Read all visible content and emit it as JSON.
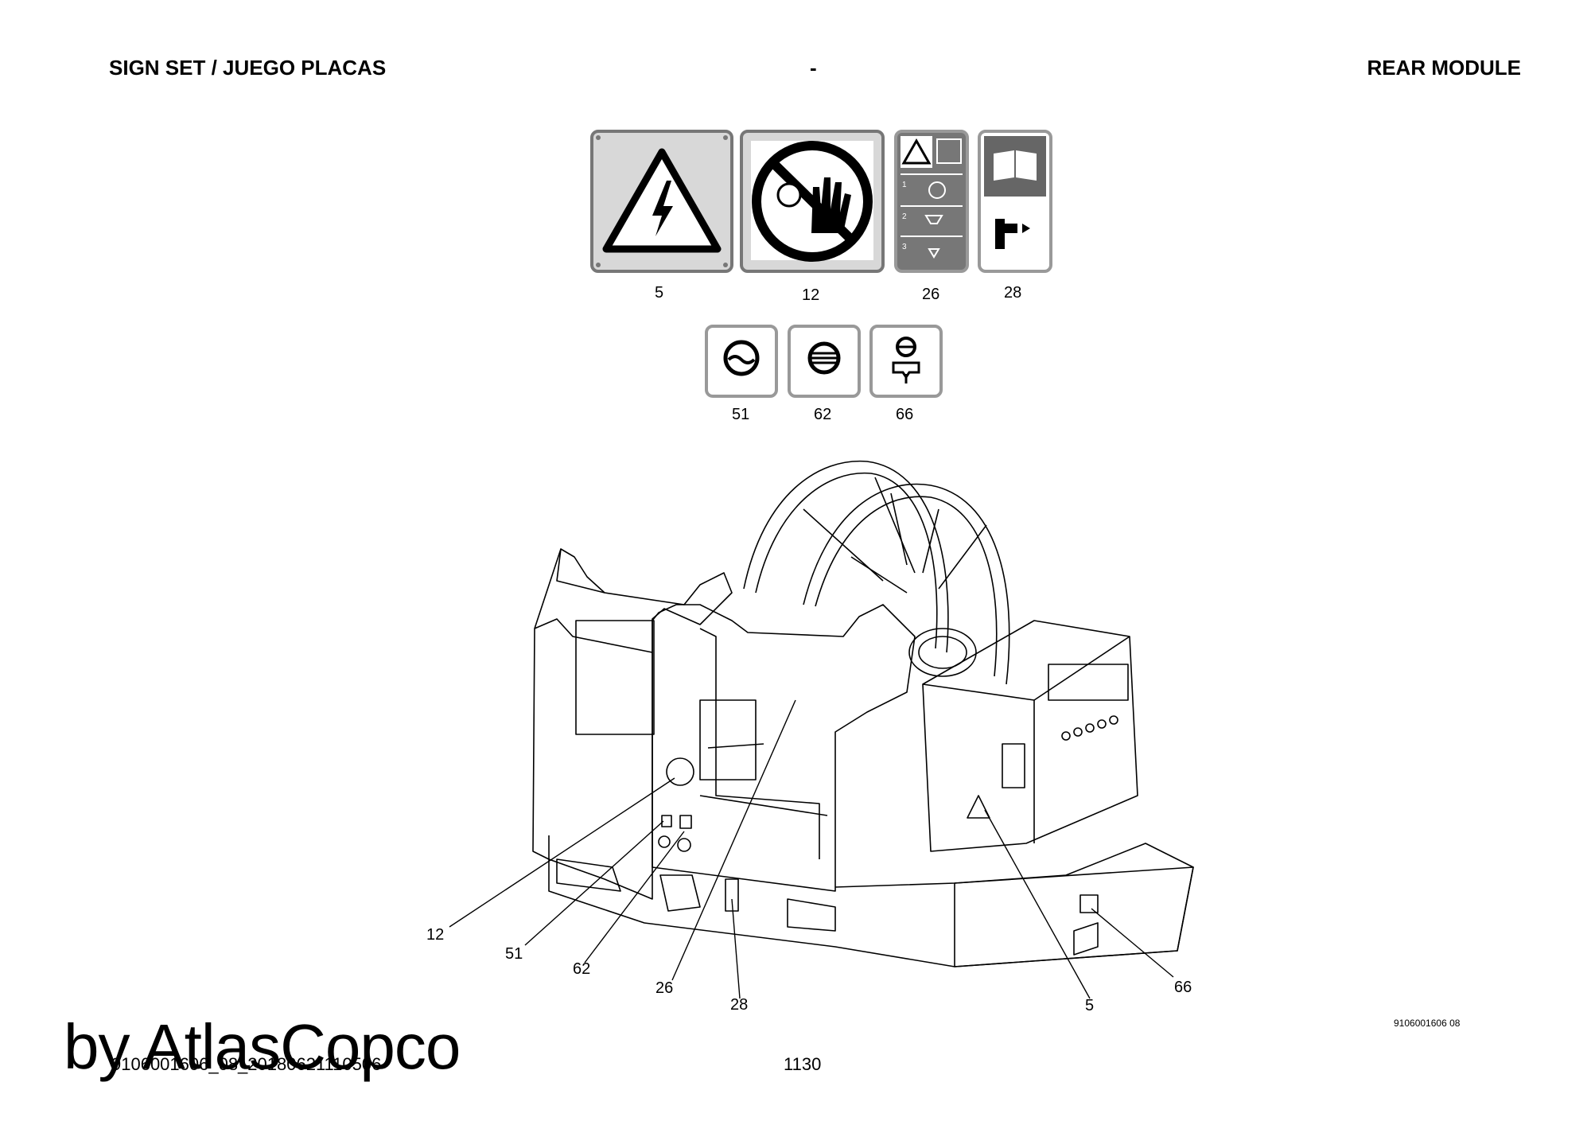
{
  "header": {
    "left": "SIGN SET / JUEGO PLACAS",
    "middle": "-",
    "right": "REAR MODULE"
  },
  "signs": [
    {
      "label": "5",
      "icon": "electrical-hazard-icon"
    },
    {
      "label": "12",
      "icon": "no-hand-entry-icon"
    },
    {
      "label": "26",
      "icon": "stop-procedure-icon"
    },
    {
      "label": "28",
      "icon": "read-manual-icon"
    },
    {
      "label": "51",
      "icon": "coolant-level-icon"
    },
    {
      "label": "62",
      "icon": "oil-icon"
    },
    {
      "label": "66",
      "icon": "oil-drain-icon"
    }
  ],
  "callouts": [
    "12",
    "51",
    "62",
    "26",
    "28",
    "5",
    "66"
  ],
  "drawing_id": "9106001606 08",
  "footer_code": "9106001606_08_20180621110506",
  "page_number": "1130",
  "watermark": "by AtlasCopco"
}
